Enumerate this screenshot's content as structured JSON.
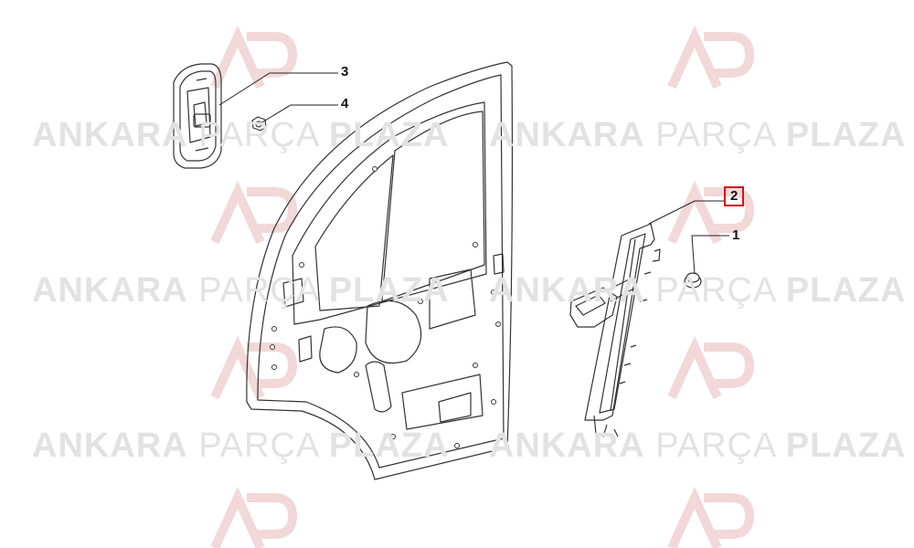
{
  "watermark": {
    "logo": "AP",
    "word1": "ANKARA",
    "word2": "PARÇA",
    "word3": "PLAZA"
  },
  "callouts": [
    {
      "label": "3",
      "part": "door-handle-inner"
    },
    {
      "label": "4",
      "part": "nut"
    },
    {
      "label": "2",
      "part": "window-regulator",
      "highlighted": true
    },
    {
      "label": "1",
      "part": "rubber-plug"
    }
  ],
  "colors": {
    "line": "#333333",
    "highlight": "#d0141b",
    "watermark": "#e2e2e2",
    "watermark_logo": "#f1d4d4"
  }
}
